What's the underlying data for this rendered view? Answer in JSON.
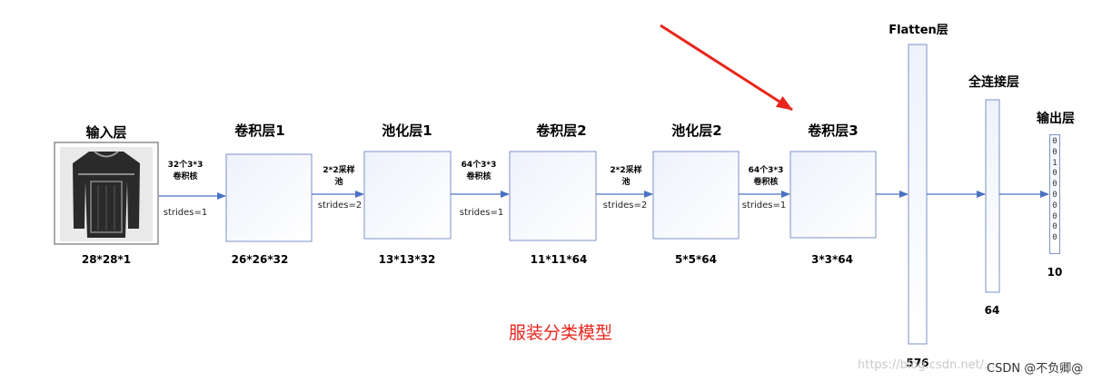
{
  "layers": [
    {
      "title": "输入层",
      "dims": "28*28*1"
    },
    {
      "title": "卷积层1",
      "dims": "26*26*32"
    },
    {
      "title": "池化层1",
      "dims": "13*13*32"
    },
    {
      "title": "卷积层2",
      "dims": "11*11*64"
    },
    {
      "title": "池化层2",
      "dims": "5*5*64"
    },
    {
      "title": "卷积层3",
      "dims": "3*3*64"
    },
    {
      "title": "Flatten层",
      "dims": "576"
    },
    {
      "title": "全连接层",
      "dims": "64"
    },
    {
      "title": "输出层",
      "dims": "10"
    }
  ],
  "ops": [
    {
      "line1": "32个3*3",
      "line2": "卷积核",
      "stride": "strides=1"
    },
    {
      "line1": "2*2采样",
      "line2": "池",
      "stride": "strides=2"
    },
    {
      "line1": "64个3*3",
      "line2": "卷积核",
      "stride": "strides=1"
    },
    {
      "line1": "2*2采样",
      "line2": "池",
      "stride": "strides=2"
    },
    {
      "line1": "64个3*3",
      "line2": "卷积核",
      "stride": "strides=1"
    }
  ],
  "output_vector": [
    "0",
    "0",
    "1",
    "0",
    "0",
    "0",
    "0",
    "0",
    "0",
    "0"
  ],
  "caption": "服装分类模型",
  "watermark": "https://blog.csdn.net/...",
  "credit": "CSDN @不负卿@",
  "colors": {
    "box_border": "#7a93c7",
    "arrow": "#4a72c4",
    "highlight_arrow": "#e8261d",
    "caption": "#e8261d"
  }
}
